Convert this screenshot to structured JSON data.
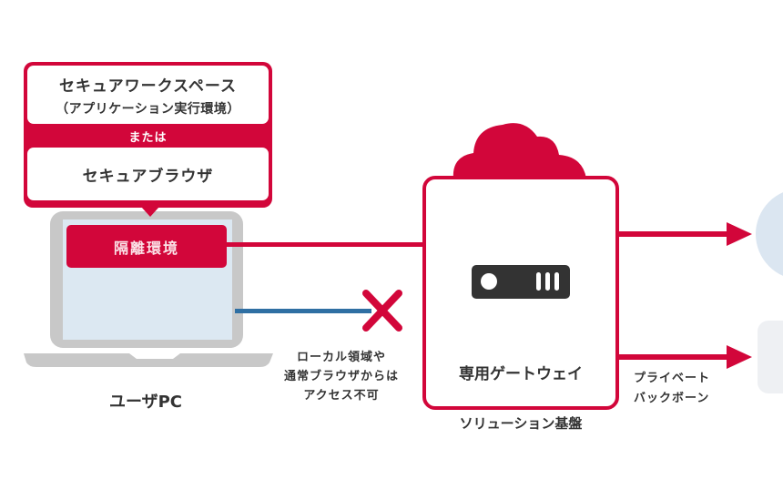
{
  "colors": {
    "accent_red": "#d2063a",
    "line_blue": "#2f6fa3",
    "laptop_gray": "#c8c8c8",
    "screen_blue": "#dce8f2",
    "server_dark": "#333333",
    "dest_blue": "#dbe6f1",
    "dest_gray": "#eef0f3"
  },
  "callout": {
    "title": "セキュアワークスペース",
    "subtitle": "（アプリケーション実行環境）",
    "or_label": "または",
    "alt_title": "セキュアブラウザ"
  },
  "user_pc": {
    "isolated_env_label": "隔離環境",
    "label": "ユーザPC"
  },
  "blocked_access": {
    "icon": "cross-icon",
    "note_lines": [
      "ローカル領域や",
      "通常ブラウザからは",
      "アクセス不可"
    ]
  },
  "gateway": {
    "icon": "server-icon",
    "label": "専用ゲートウェイ",
    "platform_label": "ソリューション基盤",
    "cloud_icon": "cloud-icon"
  },
  "backbone": {
    "label_lines": [
      "プライベート",
      "バックボーン"
    ]
  }
}
